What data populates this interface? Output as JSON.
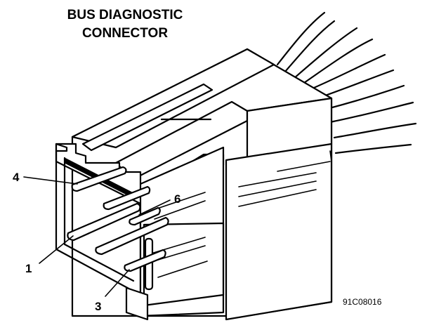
{
  "title": {
    "line1": "BUS DIAGNOSTIC",
    "line2": "CONNECTOR"
  },
  "callouts": [
    {
      "id": "pin-4",
      "label": "4"
    },
    {
      "id": "pin-6",
      "label": "6"
    },
    {
      "id": "pin-1",
      "label": "1"
    },
    {
      "id": "pin-3",
      "label": "3"
    }
  ],
  "figure_ref": "91C08016"
}
